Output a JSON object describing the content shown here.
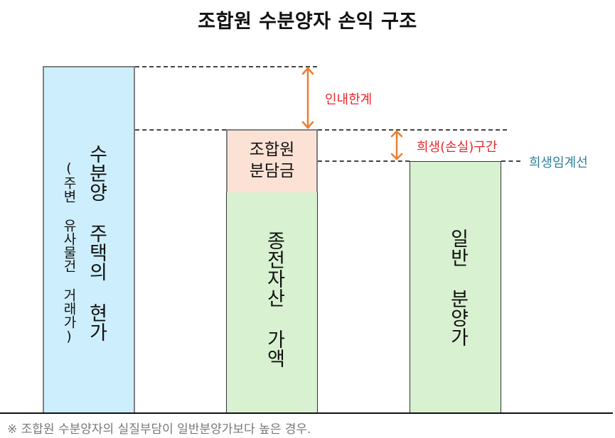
{
  "title": "조합원 수분양자 손익 구조",
  "bars": {
    "current_value": {
      "label": "수분양 주택의 현가",
      "sublabel": "(주변 유사물건 거래가)",
      "color": "#cdeefc"
    },
    "member_cost": {
      "top_label_line1": "조합원",
      "top_label_line2": "분담금",
      "top_color": "#fbe2d5",
      "bottom_label": "종전자산 가액",
      "bottom_color": "#d8f1d0"
    },
    "general_sale": {
      "label": "일반 분양가",
      "color": "#d8f1d0"
    }
  },
  "annotations": {
    "tolerance_limit": "인내한계",
    "loss_zone": "희생(손실)구간",
    "sacrifice_threshold": "희생임계선",
    "arrow_color": "#ed7d31",
    "red_text_color": "#e8262a",
    "teal_text_color": "#2f7f9a"
  },
  "footnote": "※ 조합원 수분양자의 실질부담이 일반분양가보다 높은 경우."
}
